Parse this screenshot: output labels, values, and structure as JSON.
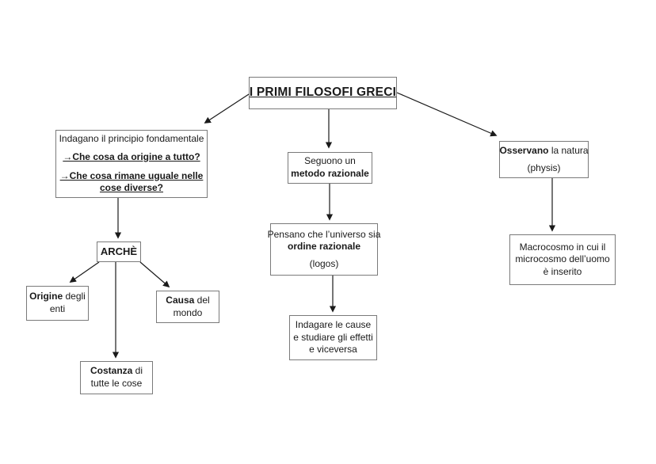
{
  "nodes": {
    "title": {
      "text": "I PRIMI FILOSOFI GRECI"
    },
    "indagano": {
      "intro": "Indagano il principio fondamentale",
      "question1": "→Che cosa da origine a tutto?",
      "question2": "→Che cosa rimane uguale nelle cose diverse?"
    },
    "seguono": {
      "line1": "Seguono un",
      "line2": "metodo razionale"
    },
    "osservano": {
      "bold": "Osservano",
      "rest": " la natura",
      "line2": "(physis)"
    },
    "arche": {
      "text": "ARCHÈ"
    },
    "origine": {
      "bold": "Origine",
      "rest": " degli enti"
    },
    "causa": {
      "bold": "Causa",
      "rest": " del mondo"
    },
    "costanza": {
      "bold": "Costanza",
      "rest": " di tutte le cose"
    },
    "pensano": {
      "line1": "Pensano che l’universo sia",
      "line2": "ordine razionale",
      "line3": "(logos)"
    },
    "indagare": {
      "text": "Indagare le cause e studiare gli effetti e viceversa"
    },
    "macrocosmo": {
      "text": "Macrocosmo in cui il microcosmo dell’uomo è inserito"
    }
  },
  "colors": {
    "background": "#ffffff",
    "box_border": "#7a7a7a",
    "text": "#1a1a1a",
    "arrow": "#1a1a1a"
  }
}
